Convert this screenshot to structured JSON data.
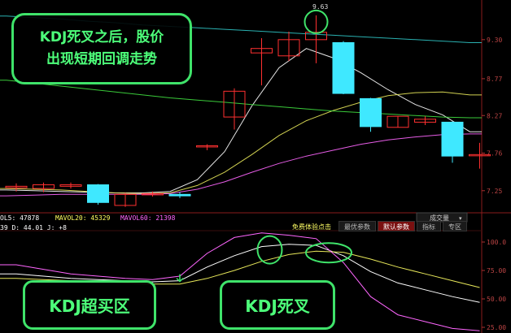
{
  "annotations": {
    "kdj_death_cross_after": "KDJ死叉之后，股价\n出现短期回调走势",
    "kdj_overbought": "KDJ超买区",
    "kdj_death_cross": "KDJ死叉"
  },
  "volume_info": {
    "vol5": "OL5: 47878",
    "mavol20": "MAVOL20: 45329",
    "mavol60": "MAVOL60: 21398"
  },
  "kdj_info": "39 D: 44.01 J: +8",
  "tabs": [
    "免费体验点击",
    "最优参数",
    "默认参数",
    "指标",
    "专区"
  ],
  "active_tab": "默认参数",
  "dropdown_label": "成交量",
  "colors": {
    "up": "#ff3030",
    "down": "#3fe8ff",
    "ma5": "#ffffff",
    "ma10": "#e8e85a",
    "ma20": "#ff66ff",
    "ma60": "#40e040",
    "annotation": "#3fe36a"
  },
  "chart_data": {
    "type": "candlestick",
    "price_axis_ticks": [
      "9.30",
      "8.77",
      "8.27",
      "7.76",
      "7.25"
    ],
    "price_ylim": [
      6.95,
      9.75
    ],
    "kdj_axis_ticks": [
      "100.0",
      "75.00",
      "50.00",
      "25.00"
    ],
    "kdj_ylim": [
      20,
      110
    ],
    "peak_label": "9.63",
    "candles": [
      {
        "o": 7.29,
        "h": 7.35,
        "l": 7.24,
        "c": 7.31
      },
      {
        "o": 7.28,
        "h": 7.36,
        "l": 7.23,
        "c": 7.33
      },
      {
        "o": 7.31,
        "h": 7.36,
        "l": 7.28,
        "c": 7.33
      },
      {
        "o": 7.33,
        "h": 7.34,
        "l": 7.06,
        "c": 7.09
      },
      {
        "o": 7.05,
        "h": 7.22,
        "l": 7.03,
        "c": 7.2
      },
      {
        "o": 7.2,
        "h": 7.24,
        "l": 7.17,
        "c": 7.21
      },
      {
        "o": 7.2,
        "h": 7.23,
        "l": 7.15,
        "c": 7.18
      },
      {
        "o": 7.86,
        "h": 7.88,
        "l": 7.8,
        "c": 7.86
      },
      {
        "o": 8.25,
        "h": 8.64,
        "l": 8.08,
        "c": 8.6
      },
      {
        "o": 9.12,
        "h": 9.32,
        "l": 8.68,
        "c": 9.18
      },
      {
        "o": 9.08,
        "h": 9.41,
        "l": 9.01,
        "c": 9.3
      },
      {
        "o": 9.3,
        "h": 9.63,
        "l": 8.98,
        "c": 9.4
      },
      {
        "o": 9.26,
        "h": 9.28,
        "l": 8.56,
        "c": 8.57
      },
      {
        "o": 8.5,
        "h": 8.51,
        "l": 8.05,
        "c": 8.12
      },
      {
        "o": 8.11,
        "h": 8.26,
        "l": 8.11,
        "c": 8.26
      },
      {
        "o": 8.18,
        "h": 8.26,
        "l": 8.14,
        "c": 8.22
      },
      {
        "o": 8.18,
        "h": 8.19,
        "l": 7.63,
        "c": 7.72
      },
      {
        "o": 7.74,
        "h": 7.9,
        "l": 7.55,
        "c": 7.74
      }
    ],
    "ma_lines": [
      {
        "name": "MA5",
        "values": [
          7.26,
          7.25,
          7.24,
          7.23,
          7.22,
          7.22,
          7.24,
          7.4,
          7.78,
          8.4,
          8.92,
          9.18,
          9.05,
          8.85,
          8.62,
          8.42,
          8.28,
          8.05
        ]
      },
      {
        "name": "MA10",
        "values": [
          7.28,
          7.27,
          7.26,
          7.24,
          7.22,
          7.21,
          7.22,
          7.32,
          7.5,
          7.74,
          8.0,
          8.2,
          8.34,
          8.45,
          8.54,
          8.58,
          8.59,
          8.55
        ]
      },
      {
        "name": "MA20",
        "values": [
          7.18,
          7.19,
          7.2,
          7.2,
          7.2,
          7.2,
          7.21,
          7.27,
          7.37,
          7.5,
          7.62,
          7.72,
          7.8,
          7.88,
          7.94,
          7.98,
          8.01,
          8.02
        ]
      },
      {
        "name": "MA60",
        "values": [
          8.75,
          8.71,
          8.67,
          8.63,
          8.59,
          8.55,
          8.51,
          8.48,
          8.45,
          8.42,
          8.39,
          8.36,
          8.33,
          8.31,
          8.29,
          8.27,
          8.25,
          8.24
        ]
      },
      {
        "name": "MA120",
        "values": [
          9.62,
          9.6,
          9.58,
          9.55,
          9.53,
          9.5,
          9.48,
          9.46,
          9.44,
          9.42,
          9.4,
          9.38,
          9.36,
          9.34,
          9.32,
          9.3,
          9.28,
          9.26
        ]
      }
    ],
    "kdj": {
      "K": [
        72,
        70,
        68,
        67,
        66,
        65,
        66,
        78,
        88,
        96,
        98,
        97,
        88,
        74,
        64,
        58,
        52,
        47
      ],
      "D": [
        68,
        67,
        66,
        65,
        64,
        63,
        63,
        68,
        75,
        83,
        89,
        92,
        91,
        85,
        78,
        72,
        66,
        60
      ],
      "J": [
        80,
        76,
        72,
        70,
        68,
        67,
        70,
        90,
        104,
        108,
        106,
        103,
        82,
        52,
        36,
        30,
        24,
        22
      ]
    }
  }
}
